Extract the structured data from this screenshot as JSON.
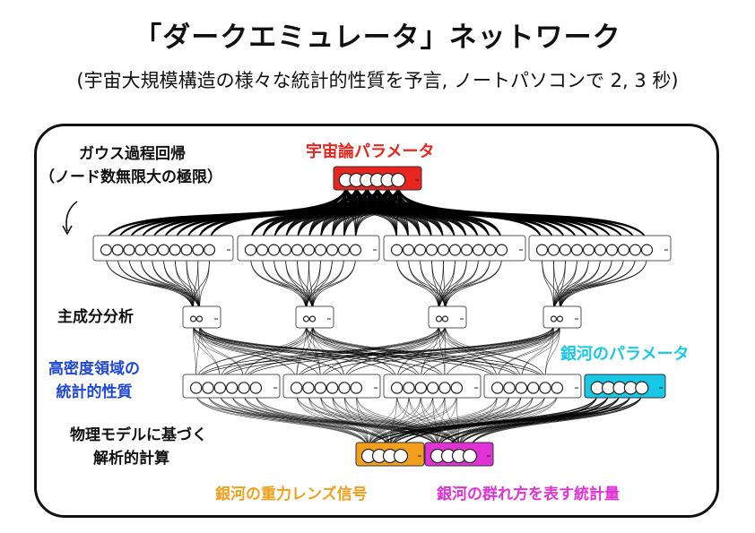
{
  "title": "「ダークエミュレータ」ネットワーク",
  "subtitle": "(宇宙大規模構造の様々な統計的性質を予言, ノートパソコンで 2, 3 秒)",
  "labels": {
    "gp_line1": "ガウス過程回帰",
    "gp_line2": "（ノード数無限大の極限）",
    "cosmo": "宇宙論パラメータ",
    "pca": "主成分分析",
    "hd_line1": "高密度領域の",
    "hd_line2": "統計的性質",
    "galaxy_params": "銀河のパラメータ",
    "phys_line1": "物理モデルに基づく",
    "phys_line2": "解析的計算",
    "lensing": "銀河の重力レンズ信号",
    "clustering": "銀河の群れ方を表す統計量"
  },
  "colors": {
    "red": "#e8251e",
    "cyan": "#19c8e6",
    "orange": "#f2a01c",
    "magenta": "#e033d6",
    "blue": "#1f47d6"
  }
}
